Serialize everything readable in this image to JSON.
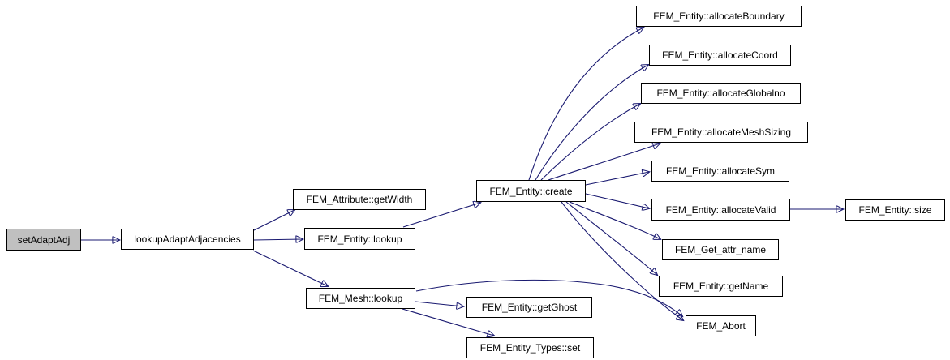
{
  "diagram": {
    "kind": "call-graph",
    "colors": {
      "background": "#ffffff",
      "edge": "#191970",
      "node_border": "#000000",
      "node_fill": "#ffffff",
      "root_node_fill": "#c0c0c0",
      "text": "#000000"
    },
    "nodes": [
      {
        "id": "setAdaptAdj",
        "label": "setAdaptAdj",
        "root": true
      },
      {
        "id": "lookupAdaptAdjacencies",
        "label": "lookupAdaptAdjacencies"
      },
      {
        "id": "FEM_Attribute::getWidth",
        "label": "FEM_Attribute::getWidth"
      },
      {
        "id": "FEM_Entity::lookup",
        "label": "FEM_Entity::lookup"
      },
      {
        "id": "FEM_Mesh::lookup",
        "label": "FEM_Mesh::lookup"
      },
      {
        "id": "FEM_Entity::create",
        "label": "FEM_Entity::create"
      },
      {
        "id": "FEM_Entity::getGhost",
        "label": "FEM_Entity::getGhost"
      },
      {
        "id": "FEM_Entity_Types::set",
        "label": "FEM_Entity_Types::set"
      },
      {
        "id": "FEM_Entity::allocateBoundary",
        "label": "FEM_Entity::allocateBoundary"
      },
      {
        "id": "FEM_Entity::allocateCoord",
        "label": "FEM_Entity::allocateCoord"
      },
      {
        "id": "FEM_Entity::allocateGlobalno",
        "label": "FEM_Entity::allocateGlobalno"
      },
      {
        "id": "FEM_Entity::allocateMeshSizing",
        "label": "FEM_Entity::allocateMeshSizing"
      },
      {
        "id": "FEM_Entity::allocateSym",
        "label": "FEM_Entity::allocateSym"
      },
      {
        "id": "FEM_Entity::allocateValid",
        "label": "FEM_Entity::allocateValid"
      },
      {
        "id": "FEM_Get_attr_name",
        "label": "FEM_Get_attr_name"
      },
      {
        "id": "FEM_Entity::getName",
        "label": "FEM_Entity::getName"
      },
      {
        "id": "FEM_Abort",
        "label": "FEM_Abort"
      },
      {
        "id": "FEM_Entity::size",
        "label": "FEM_Entity::size"
      }
    ],
    "edges": [
      {
        "from": "setAdaptAdj",
        "to": "lookupAdaptAdjacencies"
      },
      {
        "from": "lookupAdaptAdjacencies",
        "to": "FEM_Attribute::getWidth"
      },
      {
        "from": "lookupAdaptAdjacencies",
        "to": "FEM_Entity::lookup"
      },
      {
        "from": "lookupAdaptAdjacencies",
        "to": "FEM_Mesh::lookup"
      },
      {
        "from": "FEM_Entity::lookup",
        "to": "FEM_Entity::create"
      },
      {
        "from": "FEM_Entity::create",
        "to": "FEM_Entity::allocateBoundary"
      },
      {
        "from": "FEM_Entity::create",
        "to": "FEM_Entity::allocateCoord"
      },
      {
        "from": "FEM_Entity::create",
        "to": "FEM_Entity::allocateGlobalno"
      },
      {
        "from": "FEM_Entity::create",
        "to": "FEM_Entity::allocateMeshSizing"
      },
      {
        "from": "FEM_Entity::create",
        "to": "FEM_Entity::allocateSym"
      },
      {
        "from": "FEM_Entity::create",
        "to": "FEM_Entity::allocateValid"
      },
      {
        "from": "FEM_Entity::create",
        "to": "FEM_Get_attr_name"
      },
      {
        "from": "FEM_Entity::create",
        "to": "FEM_Entity::getName"
      },
      {
        "from": "FEM_Entity::create",
        "to": "FEM_Abort"
      },
      {
        "from": "FEM_Entity::allocateValid",
        "to": "FEM_Entity::size"
      },
      {
        "from": "FEM_Mesh::lookup",
        "to": "FEM_Entity::getGhost"
      },
      {
        "from": "FEM_Mesh::lookup",
        "to": "FEM_Entity_Types::set"
      },
      {
        "from": "FEM_Mesh::lookup",
        "to": "FEM_Abort"
      }
    ]
  }
}
